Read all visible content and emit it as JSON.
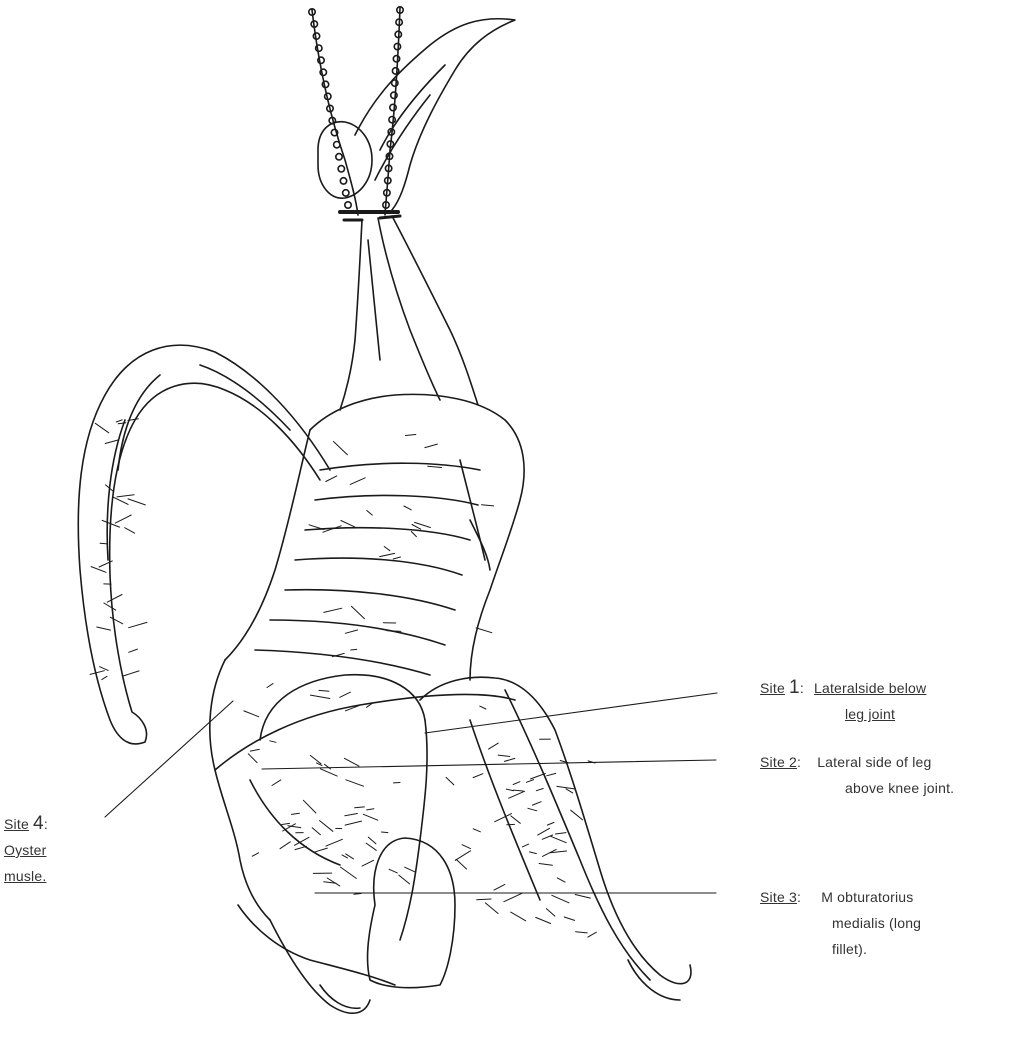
{
  "labels": {
    "site1": {
      "site": "Site",
      "number": "1",
      "colon": ":",
      "line1": "Lateralside below",
      "line2": "leg joint"
    },
    "site2": {
      "site": "Site 2",
      "colon": ":",
      "line1": "Lateral side of leg",
      "line2": "above knee joint."
    },
    "site3": {
      "site": "Site 3",
      "colon": ":",
      "line1": "M obturatorius",
      "line2": "medialis (long",
      "line3": "fillet)."
    },
    "site4": {
      "site": "Site",
      "number": "4",
      "colon": ":",
      "line1": "Oyster",
      "line2": "musle."
    }
  },
  "colors": {
    "ink": "#1a1a1a",
    "text": "#333333",
    "background": "#ffffff"
  }
}
